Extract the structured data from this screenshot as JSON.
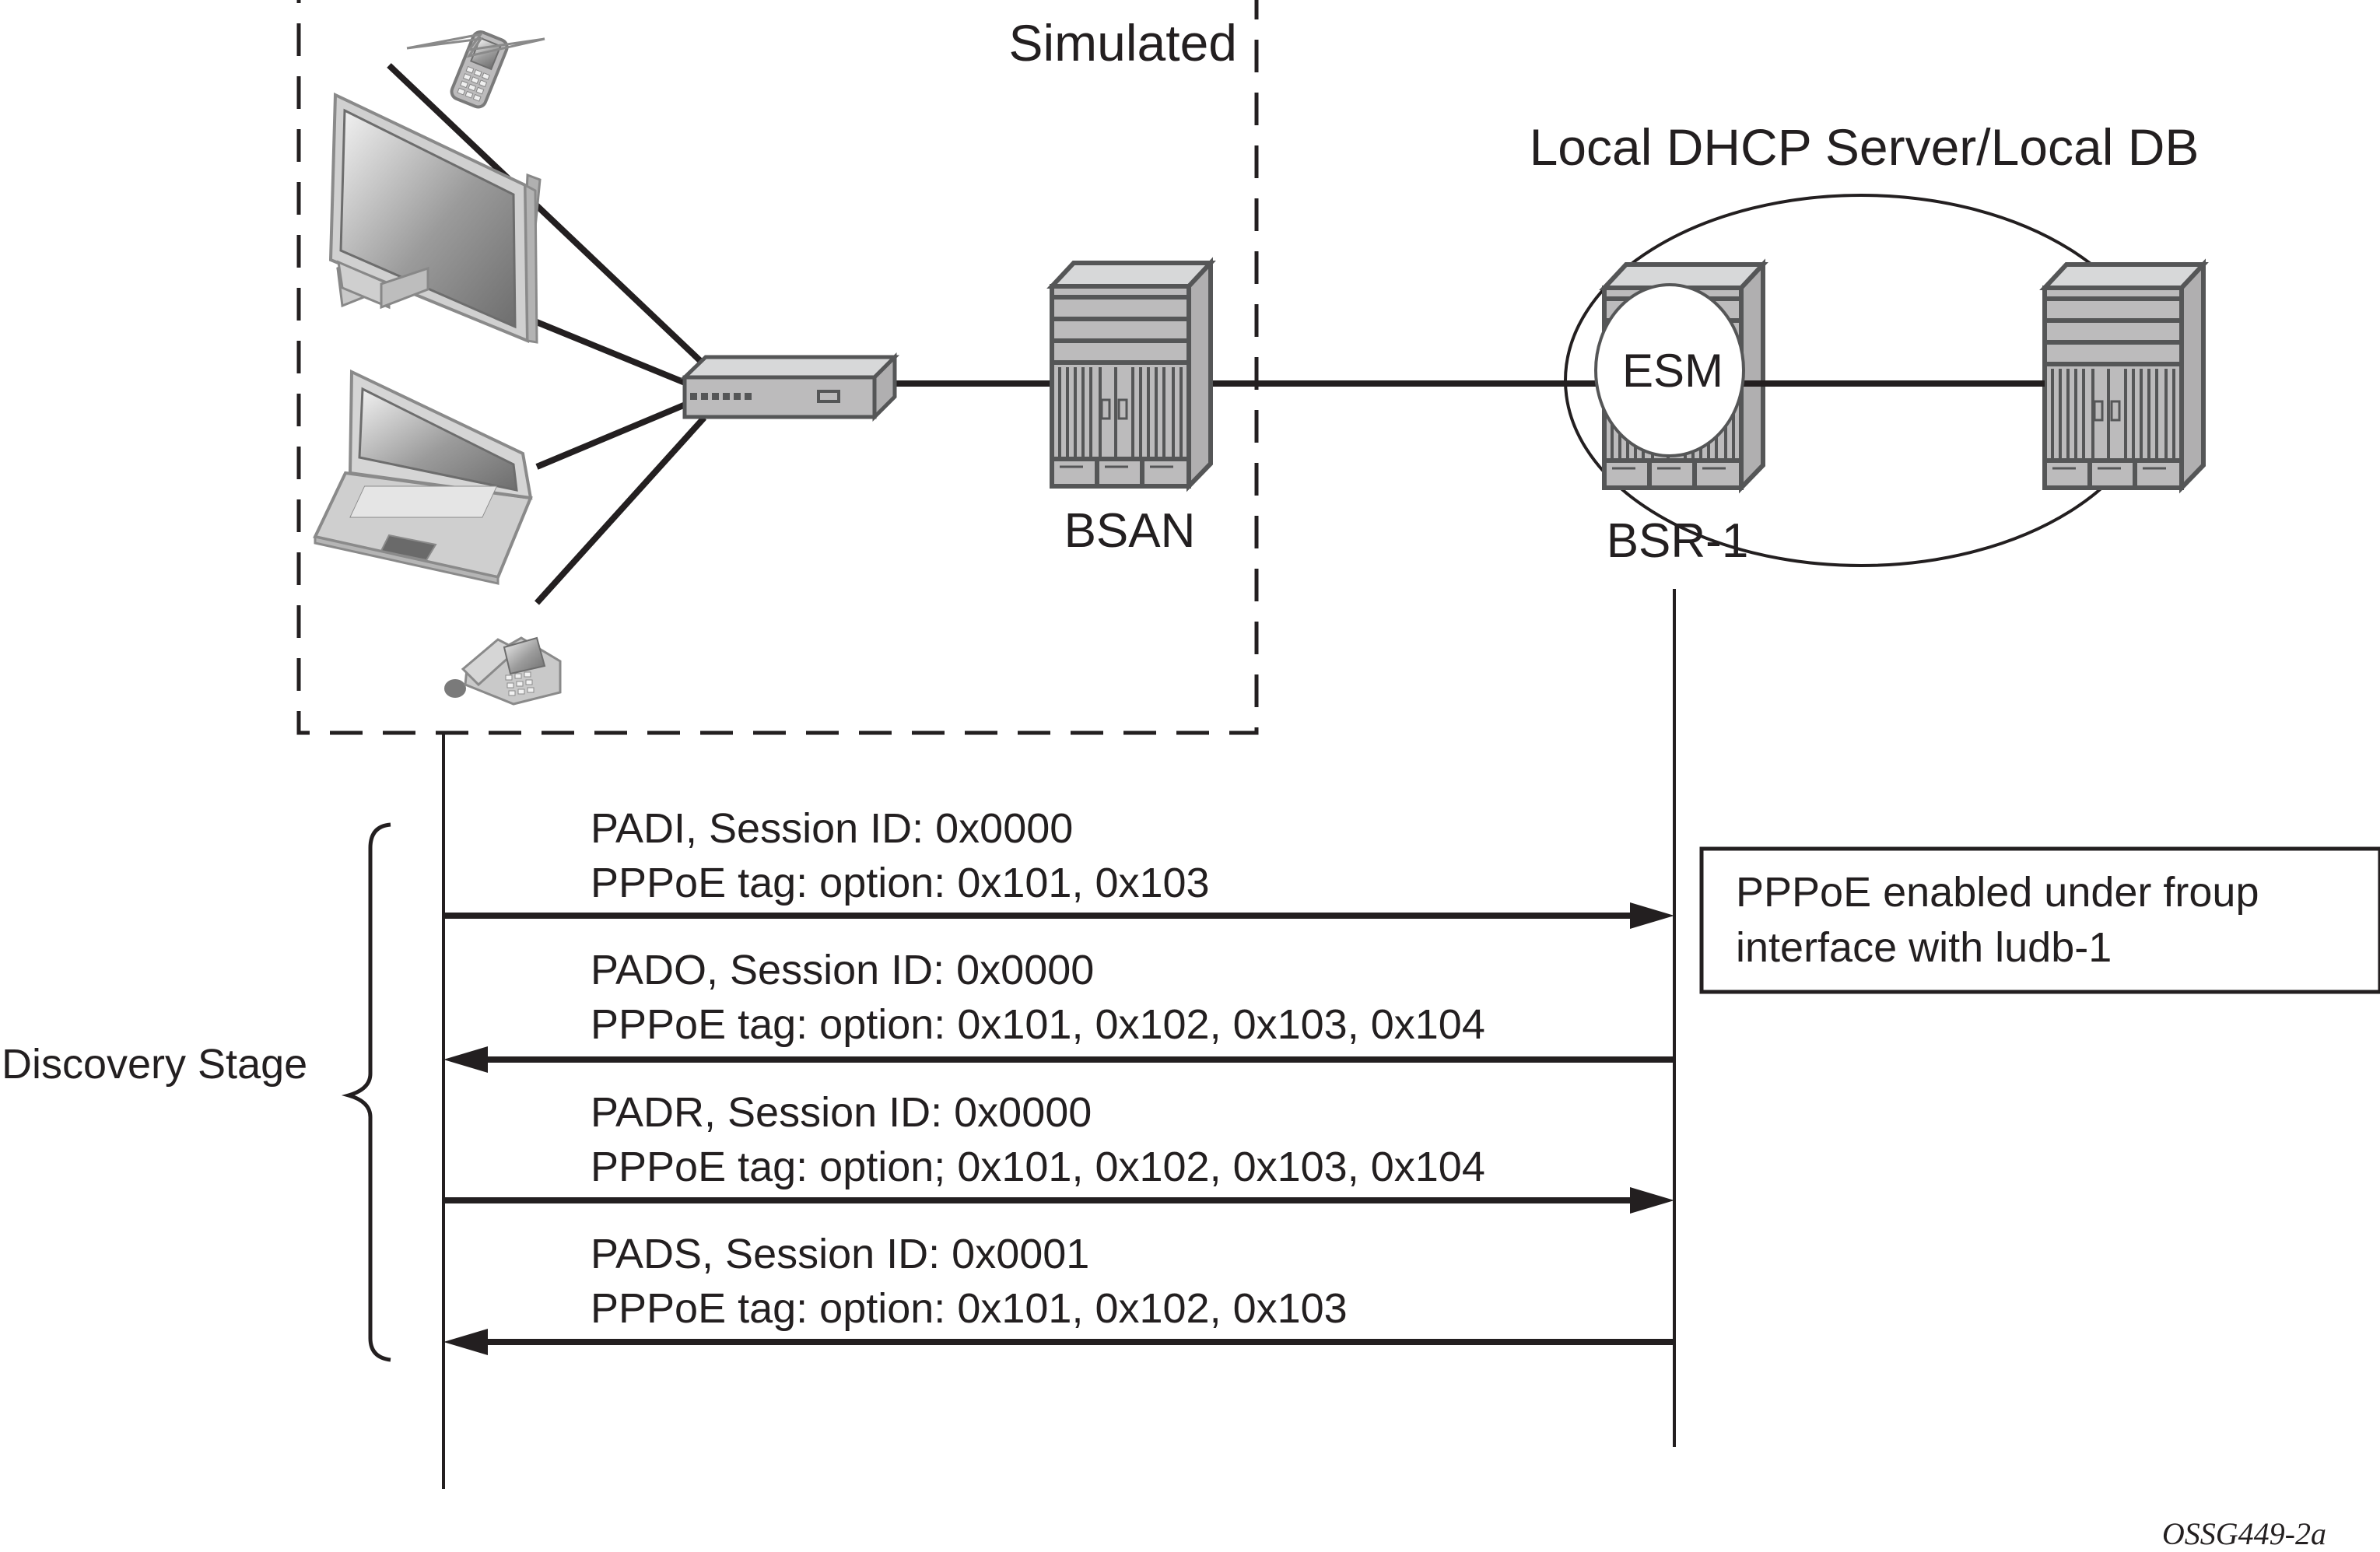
{
  "diagram": {
    "simulated_label": "Simulated",
    "server_group_label": "Local DHCP Server/Local DB",
    "esm_label": "ESM",
    "nodes": {
      "bsan": "BSAN",
      "bsr1": "BSR-1"
    },
    "devices": [
      "mobile-phone",
      "desktop-monitor",
      "laptop",
      "desk-phone",
      "access-switch",
      "bsan-router",
      "bsr-1-router",
      "remote-router"
    ],
    "note": {
      "line1": "PPPoE enabled under froup",
      "line2": "interface with ludb-1"
    },
    "stage_label": "Discovery Stage",
    "messages": [
      {
        "direction": "right",
        "line1": "PADI, Session ID: 0x0000",
        "line2": "PPPoE tag: option: 0x101, 0x103"
      },
      {
        "direction": "left",
        "line1": "PADO, Session ID: 0x0000",
        "line2": "PPPoE tag: option: 0x101, 0x102, 0x103, 0x104"
      },
      {
        "direction": "right",
        "line1": "PADR, Session ID: 0x0000",
        "line2": "PPPoE tag: option; 0x101, 0x102, 0x103, 0x104"
      },
      {
        "direction": "left",
        "line1": "PADS, Session ID: 0x0001",
        "line2": "PPPoE tag: option: 0x101, 0x102, 0x103"
      }
    ],
    "figure_id": "OSSG449-2a"
  }
}
